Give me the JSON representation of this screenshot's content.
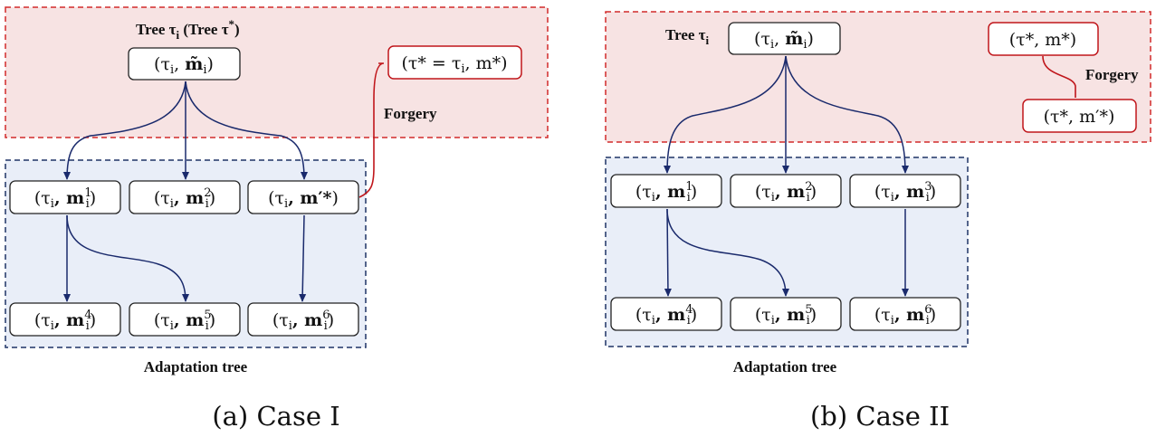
{
  "panels": [
    {
      "id": "case1",
      "tree_label_main": "Tree τ",
      "tree_label_sub": "i",
      "tree_label_extra": "(Tree τ",
      "tree_label_extra_sup": "*",
      "tree_label_extra_close": ")",
      "root": {
        "tau": "(τ",
        "tau_sub": "i",
        "sep": ", ",
        "m": "m̃",
        "m_sub": "i",
        "close": ")"
      },
      "forgery_node": "(τ* = τ",
      "forgery_node_sub": "i",
      "forgery_node_tail": ", m*)",
      "forgery_label": "Forgery",
      "adaptation_label": "Adaptation tree",
      "caption": "(a) Case I",
      "nodes": [
        {
          "text": "(τ",
          "sub": "i",
          "m": ", m",
          "sup": "1",
          "msub": "i",
          "close": ")"
        },
        {
          "text": "(τ",
          "sub": "i",
          "m": ", m",
          "sup": "2",
          "msub": "i",
          "close": ")"
        },
        {
          "text": "(τ",
          "sub": "i",
          "m": ", m′*",
          "sup": "",
          "msub": "",
          "close": ")"
        },
        {
          "text": "(τ",
          "sub": "i",
          "m": ", m",
          "sup": "4",
          "msub": "i",
          "close": ")"
        },
        {
          "text": "(τ",
          "sub": "i",
          "m": ", m",
          "sup": "5",
          "msub": "i",
          "close": ")"
        },
        {
          "text": "(τ",
          "sub": "i",
          "m": ", m",
          "sup": "6",
          "msub": "i",
          "close": ")"
        }
      ]
    },
    {
      "id": "case2",
      "tree_label_main": "Tree τ",
      "tree_label_sub": "i",
      "root": {
        "tau": "(τ",
        "tau_sub": "i",
        "sep": ", ",
        "m": "m̃",
        "m_sub": "i",
        "close": ")"
      },
      "forgery_top": "(τ*, m*)",
      "forgery_bottom": "(τ*, m′*)",
      "forgery_label": "Forgery",
      "adaptation_label": "Adaptation tree",
      "caption": "(b) Case II",
      "nodes": [
        {
          "text": "(τ",
          "sub": "i",
          "m": ", m",
          "sup": "1",
          "msub": "i",
          "close": ")"
        },
        {
          "text": "(τ",
          "sub": "i",
          "m": ", m",
          "sup": "2",
          "msub": "i",
          "close": ")"
        },
        {
          "text": "(τ",
          "sub": "i",
          "m": ", m",
          "sup": "3",
          "msub": "i",
          "close": ")"
        },
        {
          "text": "(τ",
          "sub": "i",
          "m": ", m",
          "sup": "4",
          "msub": "i",
          "close": ")"
        },
        {
          "text": "(τ",
          "sub": "i",
          "m": ", m",
          "sup": "5",
          "msub": "i",
          "close": ")"
        },
        {
          "text": "(τ",
          "sub": "i",
          "m": ", m",
          "sup": "6",
          "msub": "i",
          "close": ")"
        }
      ]
    }
  ],
  "colors": {
    "forgery_fill": "#f7e3e3",
    "forgery_border": "#d22b2b",
    "adapt_fill": "#e9eef8",
    "adapt_border": "#1f3466",
    "arrow": "#1a2a6c",
    "forgery_link": "#c0161b"
  }
}
